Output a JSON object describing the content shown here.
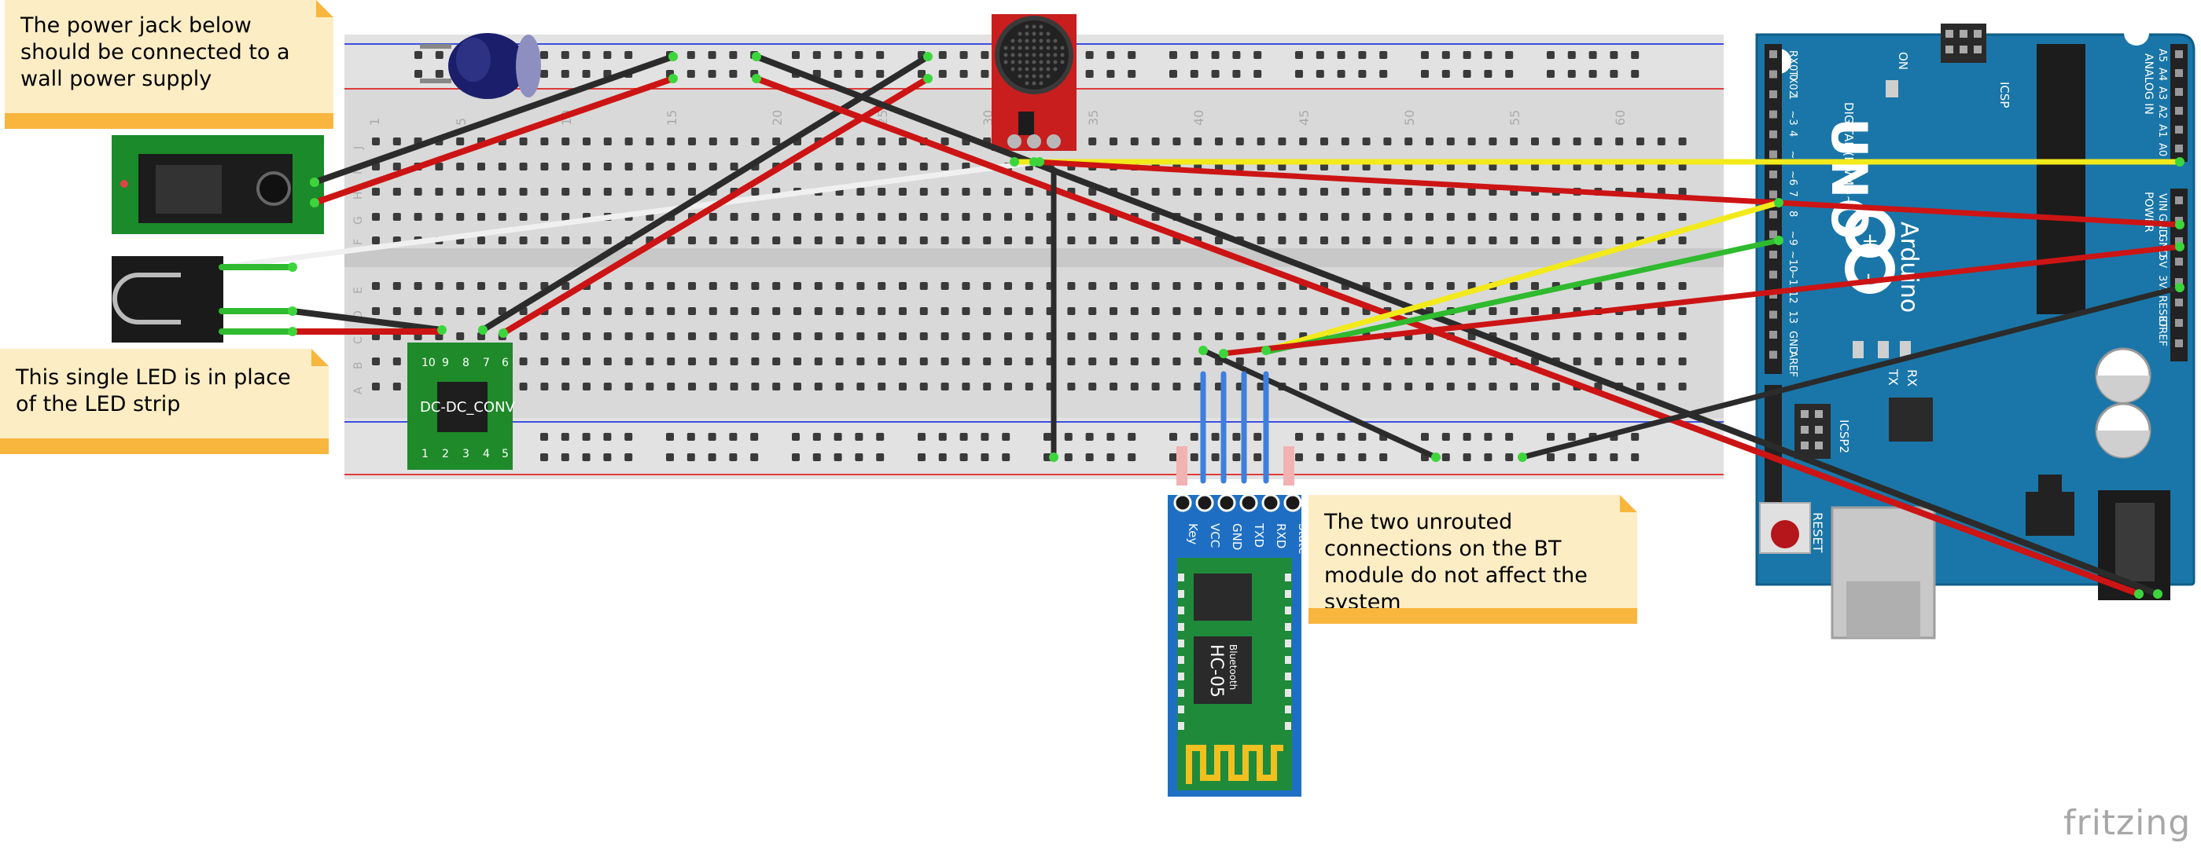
{
  "notes": {
    "power_jack": "The power jack below should be connected to a wall power supply",
    "single_led": "This single LED is in place of the LED strip",
    "bt_module": "The two unrouted connections on the BT module do not affect the system"
  },
  "breadboard": {
    "column_numbers": [
      "1",
      "5",
      "10",
      "15",
      "20",
      "25",
      "30",
      "35",
      "40",
      "45",
      "50",
      "55",
      "60"
    ],
    "row_letters_top": [
      "J",
      "I",
      "H",
      "G",
      "F"
    ],
    "row_letters_bottom": [
      "E",
      "D",
      "C",
      "B",
      "A"
    ]
  },
  "dcdc": {
    "label": "DC-DC_CONV",
    "top_pins": [
      "10",
      "9",
      "8",
      "7",
      "6"
    ],
    "bottom_pins": [
      "1",
      "2",
      "3",
      "4",
      "5"
    ]
  },
  "bt": {
    "pins": [
      "Key",
      "VCC",
      "GND",
      "TXD",
      "RXD",
      "State"
    ],
    "chip_label": "HC-05",
    "sub_label": "Bluetooth"
  },
  "arduino": {
    "model": "UNO",
    "brand": "Arduino",
    "labels": {
      "on": "ON",
      "icsp": "ICSP",
      "icsp2": "ICSP2",
      "reset": "RESET",
      "tx": "TX",
      "rx": "RX",
      "analog_in": "ANALOG IN",
      "power": "POWER",
      "digital": "DIGITAL (PWM=~)"
    },
    "digital_pins": [
      "RX0 0",
      "TX0 1",
      "2",
      "~3",
      "4",
      "~5",
      "~6",
      "7",
      "8",
      "~9",
      "~10",
      "~11",
      "12",
      "13",
      "GND",
      "AREF"
    ],
    "power_pins": [
      "VIN",
      "GND",
      "GND",
      "5V",
      "3V3",
      "RESET",
      "IOREF"
    ],
    "analog_pins": [
      "A5",
      "A4",
      "A3",
      "A2",
      "A1",
      "A0"
    ]
  },
  "colors": {
    "red_wire": "#cc1414",
    "black_wire": "#2b2b2b",
    "yellow_wire": "#f2ea1a",
    "green_wire": "#2fba2f",
    "white_wire": "#f0f0f0",
    "blue_wire": "#3f7fdc",
    "arduino_board": "#1a76a8",
    "breadboard": "#d9d9d9",
    "note_fill": "#fdedc5",
    "note_band": "#f8b63e"
  },
  "brand": {
    "fritzing": "fritzing"
  }
}
